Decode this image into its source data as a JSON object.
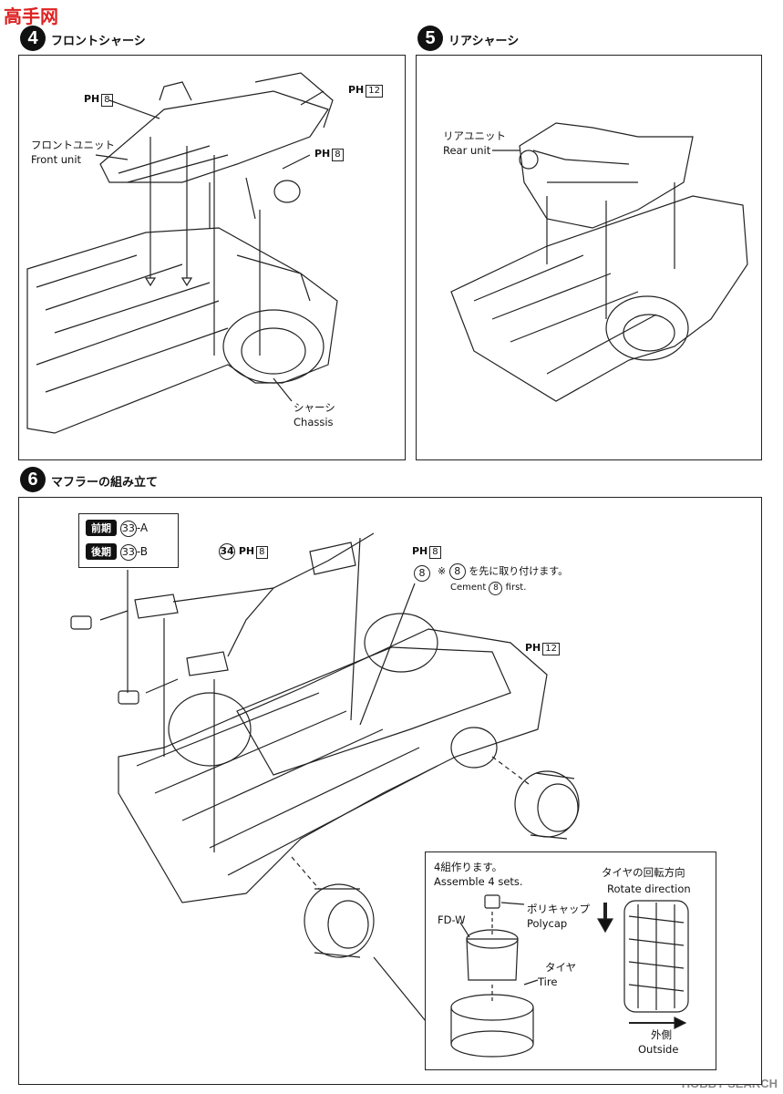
{
  "watermark_top": "高手网",
  "watermark_bottom": "HOBBY SEARCH",
  "step4": {
    "num": "4",
    "title": "フロントシャーシ",
    "ph_a": "PH",
    "ph_a_num": "8",
    "ph_b": "PH",
    "ph_b_num": "12",
    "ph_c": "PH",
    "ph_c_num": "8",
    "front_unit_jp": "フロントユニット",
    "front_unit_en": "Front unit",
    "chassis_jp": "シャーシ",
    "chassis_en": "Chassis"
  },
  "step5": {
    "num": "5",
    "title": "リアシャーシ",
    "rear_unit_jp": "リアユニット",
    "rear_unit_en": "Rear unit"
  },
  "step6": {
    "num": "6",
    "title": "マフラーの組み立て",
    "early_tag": "前期",
    "early_part": "33",
    "early_suffix": "-A",
    "late_tag": "後期",
    "late_part": "33",
    "late_suffix": "-B",
    "part34": "34",
    "part34_ph": "PH",
    "part34_ph_num": "8",
    "ph_top": "PH",
    "ph_top_num": "8",
    "part8": "8",
    "note_mark": "※",
    "note_part": "8",
    "note_jp": "を先に取り付けます。",
    "cement": "Cement",
    "cement_part": "8",
    "cement_first": "first.",
    "ph_right": "PH",
    "ph_right_num": "12",
    "assemble_jp": "4組作ります。",
    "assemble_en": "Assemble 4 sets.",
    "fdw": "FD-W",
    "polycap_jp": "ポリキャップ",
    "polycap_en": "Polycap",
    "tire_jp": "タイヤ",
    "tire_en": "Tire",
    "rotate_jp": "タイヤの回転方向",
    "rotate_en": "Rotate direction",
    "outside_jp": "外側",
    "outside_en": "Outside"
  }
}
